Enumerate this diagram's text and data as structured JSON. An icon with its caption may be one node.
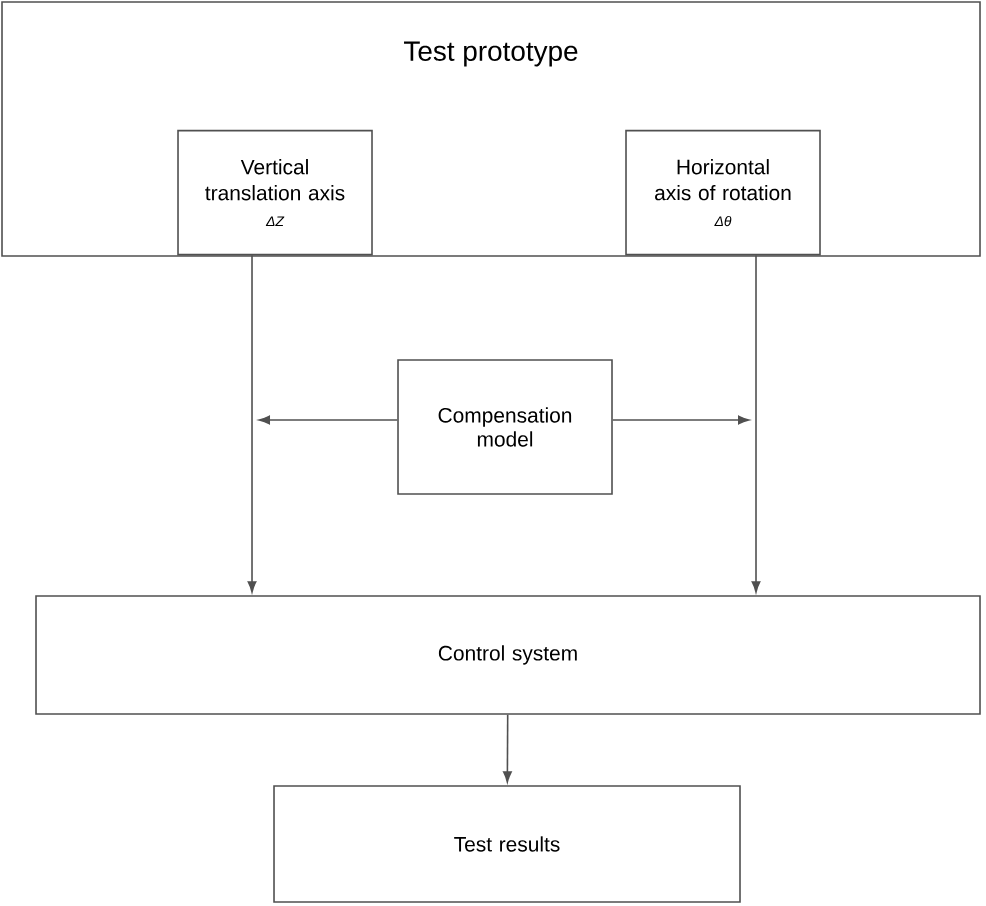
{
  "diagram": {
    "nodes": [
      {
        "text": [
          "Test prototype"
        ]
      },
      {
        "text": [
          "Vertical translation axis",
          "ΔZ"
        ],
        "in": 0
      },
      {
        "text": [
          "Horizontal axis of rotation",
          "Δθ"
        ],
        "in": 0
      },
      {
        "text": [
          "Compensation model"
        ]
      },
      {
        "text": [
          "Control system"
        ]
      },
      {
        "text": [
          "Test results"
        ]
      }
    ],
    "edges": [
      {
        "from": 1,
        "to": 4,
        "arrow": "to"
      },
      {
        "from": 2,
        "to": 4,
        "arrow": "to"
      },
      {
        "from": 3,
        "to": null,
        "arrow": "to"
      },
      {
        "from": 3,
        "to": null,
        "arrow": "to"
      },
      {
        "from": 4,
        "to": 5,
        "arrow": "to"
      }
    ]
  }
}
